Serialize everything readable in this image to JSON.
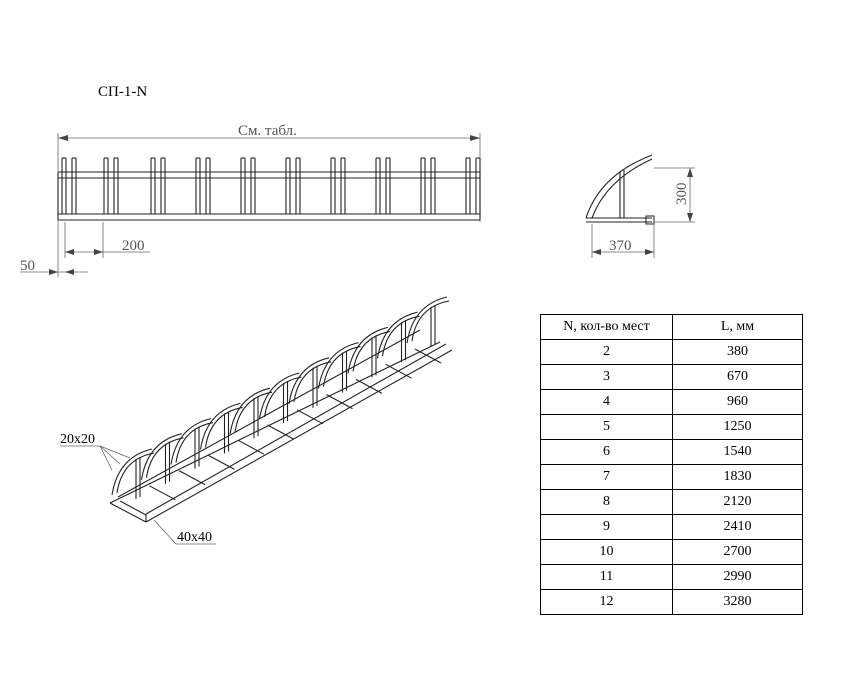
{
  "title": "СП-1-N",
  "top_view": {
    "overall_label": "См. табл.",
    "dim_200": "200",
    "dim_50": "50"
  },
  "side_view": {
    "height_label": "300",
    "width_label": "370"
  },
  "isometric": {
    "tube_small_label": "20x20",
    "tube_large_label": "40x40"
  },
  "table": {
    "headers": [
      "N, кол-во мест",
      "L, мм"
    ],
    "rows": [
      [
        "2",
        "380"
      ],
      [
        "3",
        "670"
      ],
      [
        "4",
        "960"
      ],
      [
        "5",
        "1250"
      ],
      [
        "6",
        "1540"
      ],
      [
        "7",
        "1830"
      ],
      [
        "8",
        "2120"
      ],
      [
        "9",
        "2410"
      ],
      [
        "10",
        "2700"
      ],
      [
        "11",
        "2990"
      ],
      [
        "12",
        "3280"
      ]
    ]
  }
}
